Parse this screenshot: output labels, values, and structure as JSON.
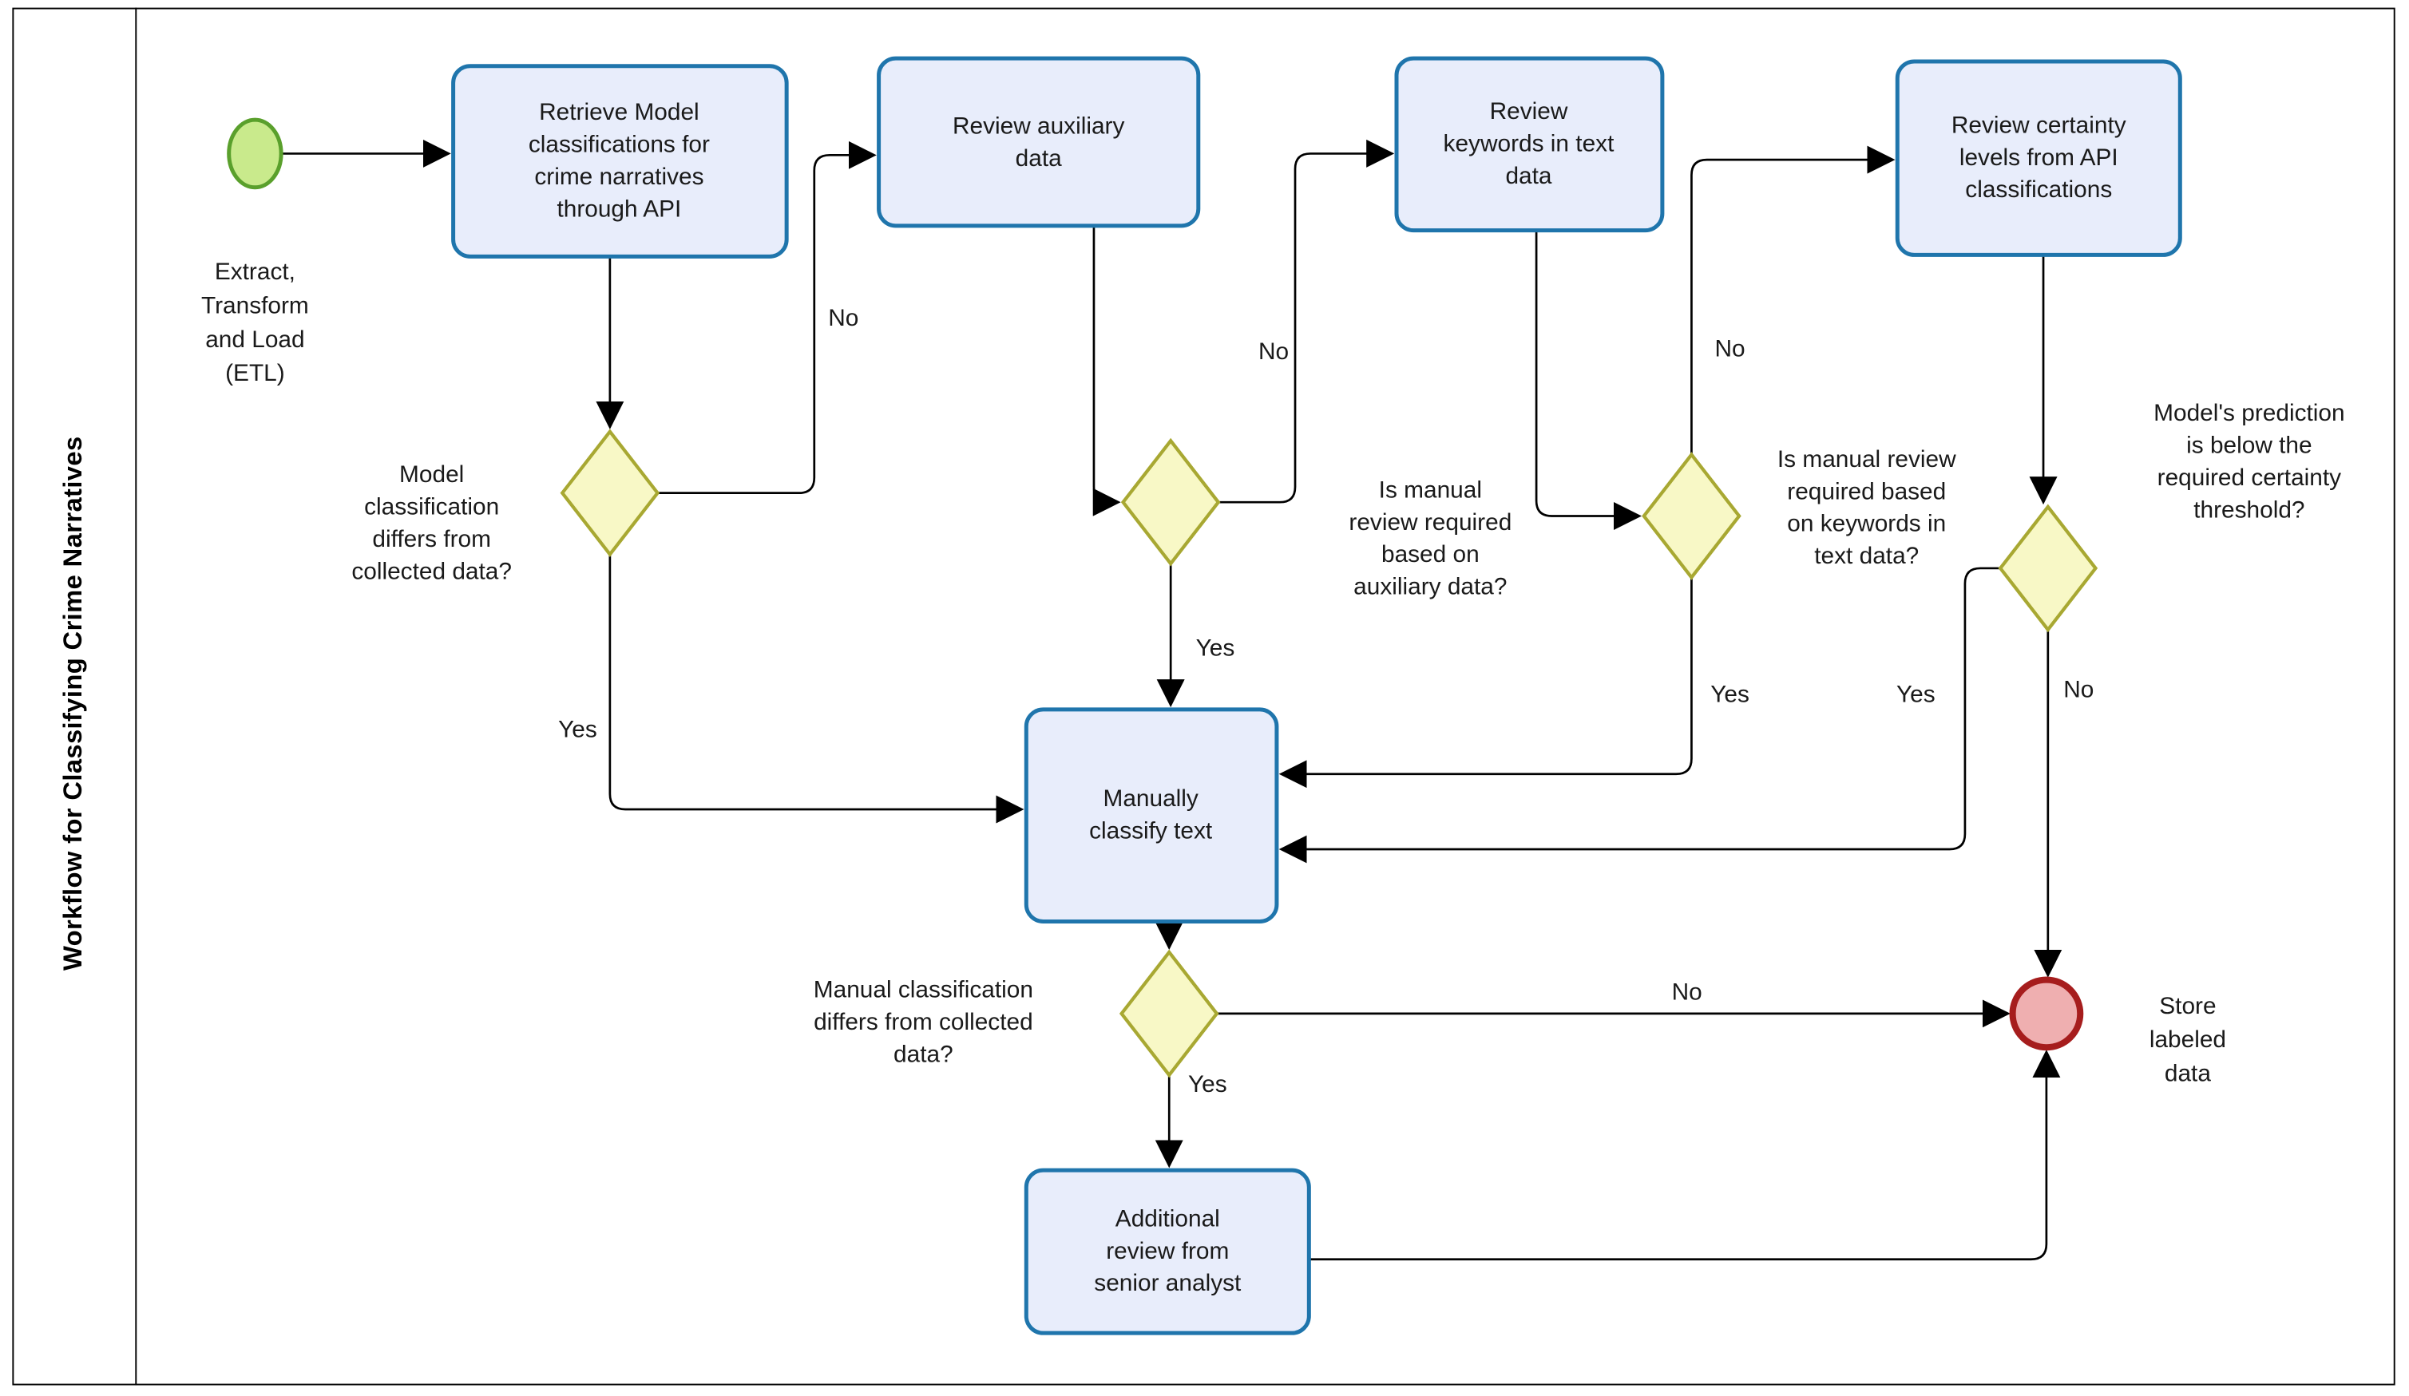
{
  "diagram": {
    "lane_title": "Workflow for Classifying Crime Narratives",
    "colors": {
      "task_fill": "#e8edfb",
      "task_border": "#1f75ac",
      "gateway_fill": "#f8f8c6",
      "gateway_border": "#a8a832",
      "start_fill": "#c9ea8c",
      "start_border": "#5aa02c",
      "end_fill": "#efafb0",
      "end_border": "#a61d1d",
      "connector": "#000000"
    },
    "start_event": {
      "label": "Extract,\nTransform\nand Load\n(ETL)"
    },
    "end_event": {
      "label": "Store\nlabeled\ndata"
    },
    "tasks": {
      "retrieve": {
        "label": "Retrieve Model\nclassifications for\ncrime narratives\nthrough API"
      },
      "review_auxiliary": {
        "label": "Review auxiliary\ndata"
      },
      "review_keywords": {
        "label": "Review\nkeywords in text\ndata"
      },
      "review_certainty": {
        "label": "Review certainty\nlevels from API\nclassifications"
      },
      "manually_classify": {
        "label": "Manually\nclassify text"
      },
      "additional_review": {
        "label": "Additional\nreview from\nsenior analyst"
      }
    },
    "gateways": {
      "g1": {
        "question": "Model\nclassification\ndiffers from\ncollected data?",
        "yes": "Yes",
        "no": "No"
      },
      "g2": {
        "question": "Is manual\nreview required\nbased on\nauxiliary data?",
        "yes": "Yes",
        "no": "No"
      },
      "g3": {
        "question": "Is manual review\nrequired based\non keywords in\ntext data?",
        "yes": "Yes",
        "no": "No"
      },
      "g4": {
        "question": "Model's prediction\nis below the\nrequired certainty\nthreshold?",
        "yes": "Yes",
        "no": "No"
      },
      "g5": {
        "question": "Manual classification\ndiffers from collected\ndata?",
        "yes": "Yes",
        "no": "No"
      }
    }
  }
}
